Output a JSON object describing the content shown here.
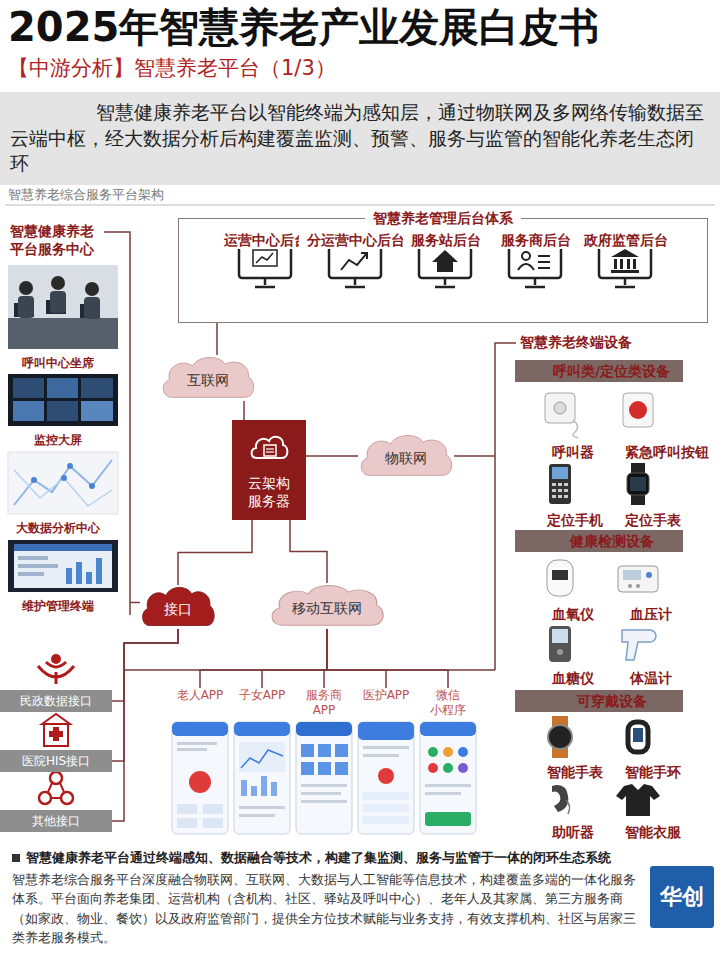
{
  "diagram": {
    "title": "2025年智慧养老产业发展白皮书",
    "caption": "智慧健康养老平台通过终端感知、数据融合等技术，构建了集监测、服务与监管于一体的闭环生态系统",
    "nodes": [
      {
        "text": [
          "智慧健康养老平台以智能终端为感知层，通过物联网及多网络传输数据至云端中枢，经大数据分析后构建覆盖监测、预警、服务与监管的智能化养老生态闭环"
        ]
      },
      {
        "text": [
          "智慧健康养老平台服务中心"
        ]
      },
      {
        "text": [
          "呼叫中心坐席"
        ],
        "in": 1
      },
      {
        "text": [
          "监控大屏"
        ],
        "in": 1
      },
      {
        "text": [
          "大数据分析中心"
        ],
        "in": 1
      },
      {
        "text": [
          "维护管理终端"
        ],
        "in": 1
      },
      {
        "text": [
          "智慧养老管理后台体系"
        ]
      },
      {
        "text": [
          "运营中心后台"
        ],
        "in": 6
      },
      {
        "text": [
          "分运营中心后台"
        ],
        "in": 6
      },
      {
        "text": [
          "服务站后台"
        ],
        "in": 6
      },
      {
        "text": [
          "服务商后台"
        ],
        "in": 6
      },
      {
        "text": [
          "政府监管后台"
        ],
        "in": 6
      },
      {
        "text": [
          "互联网"
        ]
      },
      {
        "text": [
          "云架构服务器"
        ]
      },
      {
        "text": [
          "物联网"
        ]
      },
      {
        "text": [
          "智慧养老终端设备"
        ]
      },
      {
        "text": [
          "呼叫类/定位类设备"
        ],
        "in": 15
      },
      {
        "text": [
          "呼叫器"
        ],
        "in": 15
      },
      {
        "text": [
          "紧急呼叫按钮"
        ],
        "in": 15
      },
      {
        "text": [
          "定位手机"
        ],
        "in": 15
      },
      {
        "text": [
          "定位手表"
        ],
        "in": 15
      },
      {
        "text": [
          "健康检测设备"
        ],
        "in": 15
      },
      {
        "text": [
          "血氧仪"
        ],
        "in": 15
      },
      {
        "text": [
          "血压计"
        ],
        "in": 15
      },
      {
        "text": [
          "血糖仪"
        ],
        "in": 15
      },
      {
        "text": [
          "体温计"
        ],
        "in": 15
      },
      {
        "text": [
          "可穿戴设备"
        ],
        "in": 15
      },
      {
        "text": [
          "智能手表"
        ],
        "in": 15
      },
      {
        "text": [
          "智能手环"
        ],
        "in": 15
      },
      {
        "text": [
          "助听器"
        ],
        "in": 15
      },
      {
        "text": [
          "智能衣服"
        ],
        "in": 15
      },
      {
        "text": [
          "接口"
        ]
      },
      {
        "text": [
          "移动互联网"
        ]
      },
      {
        "text": [
          "民政数据接口"
        ]
      },
      {
        "text": [
          "医院HIS接口"
        ]
      },
      {
        "text": [
          "其他接口"
        ]
      },
      {
        "text": [
          "老人APP"
        ]
      },
      {
        "text": [
          "子女APP"
        ]
      },
      {
        "text": [
          "服务商 APP"
        ]
      },
      {
        "text": [
          "医护APP"
        ]
      },
      {
        "text": [
          "微信 小程序"
        ]
      }
    ],
    "edges": [
      {
        "from": 12,
        "to": 6,
        "arrow": "none"
      },
      {
        "from": 12,
        "to": 13,
        "arrow": "none"
      },
      {
        "from": 13,
        "to": 14,
        "arrow": "none"
      },
      {
        "from": 14,
        "to": 15,
        "arrow": "none"
      },
      {
        "from": 13,
        "to": 31,
        "arrow": "none"
      },
      {
        "from": 13,
        "to": 32,
        "arrow": "none"
      },
      {
        "from": 31,
        "to": 1,
        "arrow": "none"
      },
      {
        "from": 31,
        "to": 33,
        "arrow": "none"
      },
      {
        "from": 31,
        "to": 34,
        "arrow": "none"
      },
      {
        "from": 31,
        "to": 35,
        "arrow": "none"
      },
      {
        "from": 32,
        "to": 36,
        "arrow": "none"
      },
      {
        "from": 32,
        "to": 37,
        "arrow": "none"
      },
      {
        "from": 32,
        "to": 38,
        "arrow": "none"
      },
      {
        "from": 32,
        "to": 39,
        "arrow": "none"
      },
      {
        "from": 32,
        "to": 40,
        "arrow": "none"
      }
    ],
    "labels": [
      "【中游分析】智慧养老平台（1/3）",
      "智慧养老综合服务平台架构",
      "智慧养老综合服务平台深度融合物联网、互联网、大数据与人工智能等信息技术，构建覆盖多端的一体化服务体系。平台面向养老集团、运营机构（含机构、社区、驿站及呼叫中心）、老年人及其家属、第三方服务商（如家政、物业、餐饮）以及政府监管部门，提供全方位技术赋能与业务支持，有效支撑机构、社区与居家三类养老服务模式。",
      "华创"
    ]
  }
}
